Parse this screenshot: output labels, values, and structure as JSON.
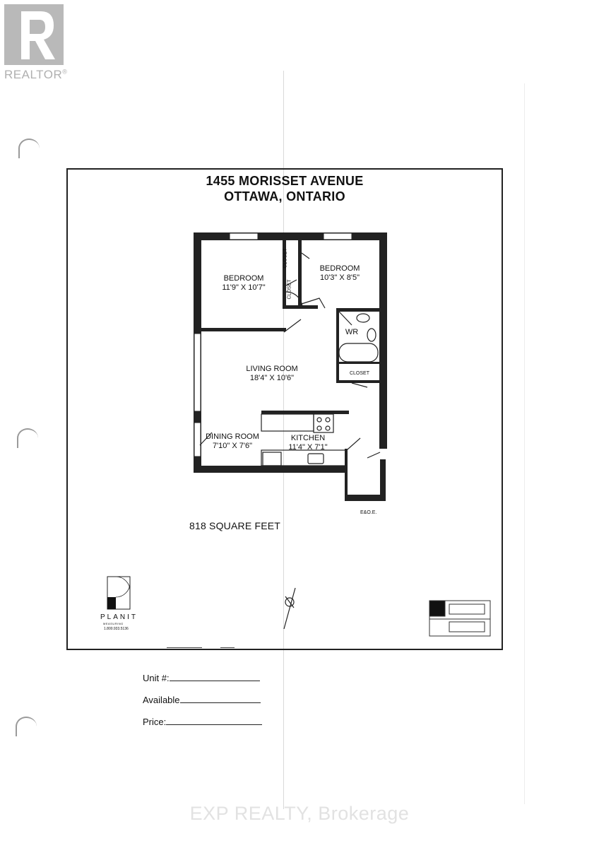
{
  "logo": {
    "text": "REALTOR",
    "mark": "®"
  },
  "plan": {
    "title_line1": "1455 MORISSET AVENUE",
    "title_line2": "OTTAWA, ONTARIO",
    "rooms": {
      "bedroom1": {
        "name": "BEDROOM",
        "size": "11'9\" X 10'7\""
      },
      "bedroom2": {
        "name": "BEDROOM",
        "size": "10'3\" X 8'5\""
      },
      "closet1": "CLOSET",
      "closet2": "CLOSET",
      "closet3": "CLOSET",
      "wr": "WR",
      "living": {
        "name": "LIVING ROOM",
        "size": "18'4\" X 10'6\""
      },
      "dining": {
        "name": "DINING ROOM",
        "size": "7'10\" X 7'6\""
      },
      "kitchen": {
        "name": "KITCHEN",
        "size": "11'4\" X 7'1\""
      }
    },
    "eoe": "E&O.E.",
    "area": "818 SQUARE FEET",
    "planit": {
      "name": "PLANIT",
      "tagline": "MEASURING",
      "phone": "1.800.933.5136"
    }
  },
  "form": {
    "unit": "Unit #:",
    "available": "Available",
    "price": "Price:"
  },
  "watermark": "EXP REALTY, Brokerage"
}
